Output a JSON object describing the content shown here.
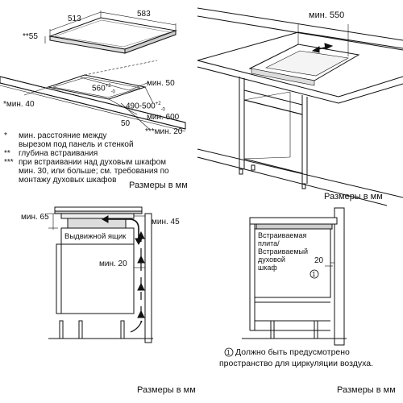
{
  "top_left": {
    "dim_513": "513",
    "dim_583": "583",
    "dim_55": "**55",
    "dim_560": "560",
    "dim_560_tol_plus": "+2",
    "dim_560_tol_minus": "-0",
    "dim_min50": "мин. 50",
    "dim_min40": "*мин. 40",
    "dim_490_500": "490-500",
    "dim_490_tol_plus": "+2",
    "dim_490_tol_minus": "-0",
    "dim_min600": "мин. 600",
    "dim_50": "50",
    "dim_min20": "***мин. 20"
  },
  "notes": [
    {
      "mark": "*",
      "text": "мин. расстояние между"
    },
    {
      "mark": "",
      "text": "вырезом под панель и стенкой"
    },
    {
      "mark": "**",
      "text": "глубина встраивания"
    },
    {
      "mark": "***",
      "text": "при встраивании над духовым шкафом"
    },
    {
      "mark": "",
      "text": "мин. 30, или больше; см. требования по"
    },
    {
      "mark": "",
      "text": "монтажу духовых шкафов"
    }
  ],
  "units_top_left": "Размеры в мм",
  "top_right": {
    "dim_min550": "мин. 550",
    "units": "Размеры в мм"
  },
  "bottom_left": {
    "dim_min65": "мин. 65",
    "dim_min45": "мин. 45",
    "drawer_label": "Выдвижной ящик",
    "dim_min20": "мин. 20",
    "units": "Размеры в мм"
  },
  "bottom_right": {
    "oven_label_1": "Встраиваемая",
    "oven_label_2": "плита/",
    "oven_label_3": "Встраиваемый",
    "oven_label_4": "духовой",
    "oven_label_5": "шкаф",
    "dim_20": "20",
    "circle_mark": "1",
    "footnote_1": "Должно быть предусмотрено",
    "footnote_2": "пространство для циркуляции воздуха.",
    "units": "Размеры в мм"
  }
}
